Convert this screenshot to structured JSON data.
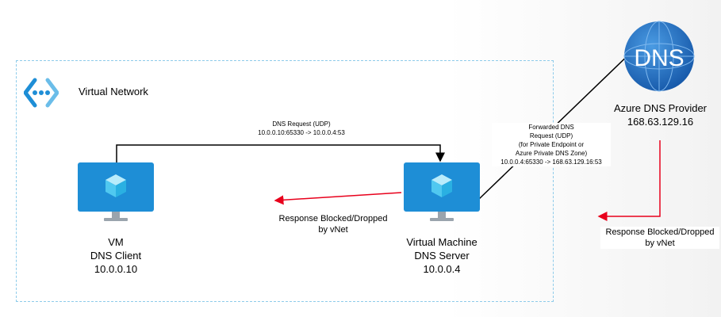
{
  "vnet": {
    "title": "Virtual Network"
  },
  "vm_client": {
    "line1": "VM",
    "line2": "DNS Client",
    "line3": "10.0.0.10"
  },
  "vm_server": {
    "line1": "Virtual Machine",
    "line2": "DNS Server",
    "line3": "10.0.0.4"
  },
  "dns_provider": {
    "icon_text": "DNS",
    "line1": "Azure DNS Provider",
    "line2": "168.63.129.16"
  },
  "request": {
    "line1": "DNS Request (UDP)",
    "line2": "10.0.0.10:65330 -> 10.0.0.4:53"
  },
  "forwarded": {
    "line1": "Forwarded DNS",
    "line2": "Request (UDP)",
    "line3": "(for Private Endpoint or",
    "line4": "Azure Private DNS Zone)",
    "line5": "10.0.0.4:65330 -> 168.63.129.16:53"
  },
  "response_mid": {
    "line1": "Response Blocked/Dropped",
    "line2": "by vNet"
  },
  "response_right": {
    "line1": "Response Blocked/Dropped",
    "line2": "by vNet"
  },
  "colors": {
    "vnet_border": "#8ecbea",
    "monitor_blue": "#1e8ed6",
    "cube": "#50c8f0",
    "dns_globe": "#1f73c9",
    "blocked_arrow": "#e8001c"
  },
  "icons": [
    "vnet-icon",
    "monitor-icon",
    "cube-icon",
    "dns-globe-icon"
  ]
}
